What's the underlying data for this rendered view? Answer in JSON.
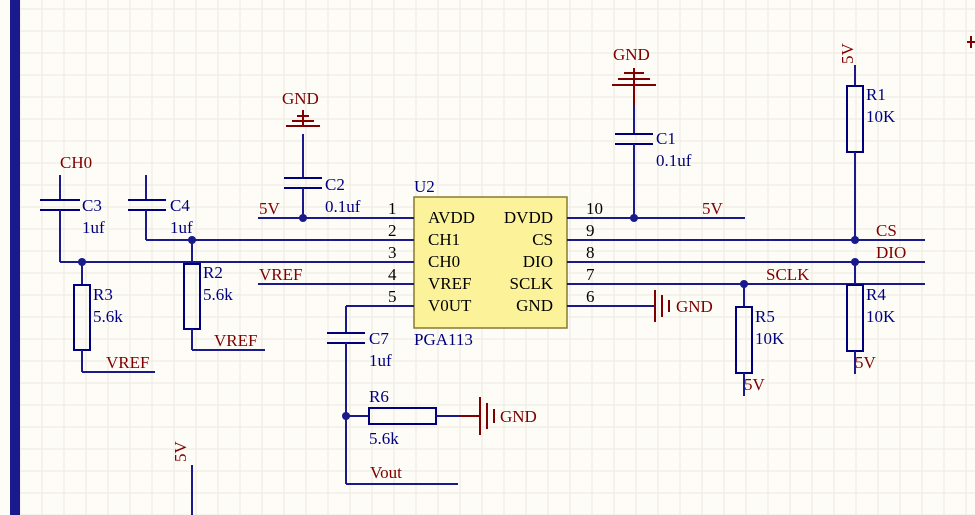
{
  "ic": {
    "designator": "U2",
    "part": "PGA113",
    "pins_left": [
      {
        "num": "1",
        "name": "AVDD"
      },
      {
        "num": "2",
        "name": "CH1"
      },
      {
        "num": "3",
        "name": "CH0"
      },
      {
        "num": "4",
        "name": "VREF"
      },
      {
        "num": "5",
        "name": "V0UT"
      }
    ],
    "pins_right": [
      {
        "num": "10",
        "name": "DVDD"
      },
      {
        "num": "9",
        "name": "CS"
      },
      {
        "num": "8",
        "name": "DIO"
      },
      {
        "num": "7",
        "name": "SCLK"
      },
      {
        "num": "6",
        "name": "GND"
      }
    ]
  },
  "components": {
    "c1": {
      "ref": "C1",
      "value": "0.1uf"
    },
    "c2": {
      "ref": "C2",
      "value": "0.1uf"
    },
    "c3": {
      "ref": "C3",
      "value": "1uf"
    },
    "c4": {
      "ref": "C4",
      "value": "1uf"
    },
    "c7": {
      "ref": "C7",
      "value": "1uf"
    },
    "r1": {
      "ref": "R1",
      "value": "10K"
    },
    "r2": {
      "ref": "R2",
      "value": "5.6k"
    },
    "r3": {
      "ref": "R3",
      "value": "5.6k"
    },
    "r4": {
      "ref": "R4",
      "value": "10K"
    },
    "r5": {
      "ref": "R5",
      "value": "10K"
    },
    "r6": {
      "ref": "R6",
      "value": "5.6k"
    }
  },
  "nets": {
    "gnd": "GND",
    "v5": "5V",
    "vref": "VREF",
    "ch0": "CH0",
    "cs": "CS",
    "dio": "DIO",
    "sclk": "SCLK",
    "vout": "Vout"
  },
  "colors": {
    "frame": "#1a1a8c",
    "wire": "#1a1a8c",
    "component": "#00007f",
    "net_label": "#7f0000",
    "chip_fill": "#fbf29a",
    "background": "#fdfcf6"
  }
}
